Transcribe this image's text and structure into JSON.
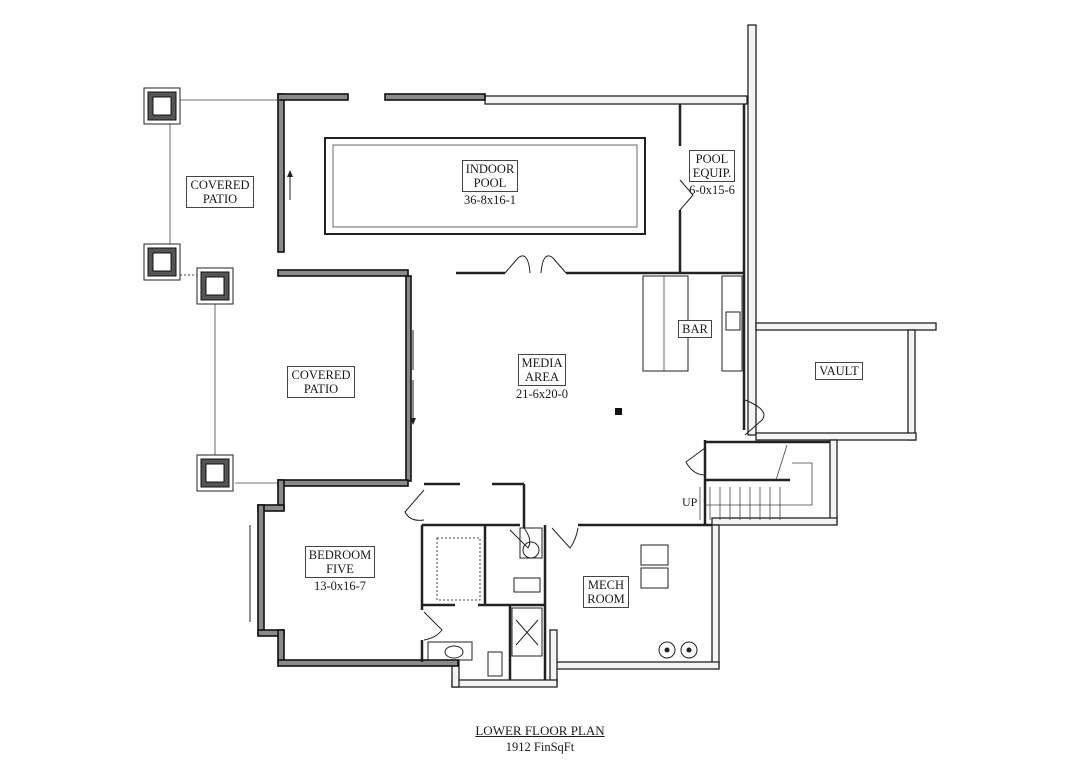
{
  "plan": {
    "title": "LOWER FLOOR PLAN",
    "subtitle": "1912 FinSqFt"
  },
  "rooms": {
    "covered_patio_top": {
      "name_line1": "COVERED",
      "name_line2": "PATIO"
    },
    "indoor_pool": {
      "name_line1": "INDOOR",
      "name_line2": "POOL",
      "dimensions": "36-8x16-1"
    },
    "pool_equip": {
      "name_line1": "POOL",
      "name_line2": "EQUIP.",
      "dimensions": "6-0x15-6"
    },
    "bar": {
      "name_line1": "BAR"
    },
    "vault": {
      "name_line1": "VAULT"
    },
    "covered_patio_mid": {
      "name_line1": "COVERED",
      "name_line2": "PATIO"
    },
    "media_area": {
      "name_line1": "MEDIA",
      "name_line2": "AREA",
      "dimensions": "21-6x20-0"
    },
    "bedroom_five": {
      "name_line1": "BEDROOM",
      "name_line2": "FIVE",
      "dimensions": "13-0x16-7"
    },
    "mech_room": {
      "name_line1": "MECH",
      "name_line2": "ROOM"
    }
  },
  "stairs": {
    "label": "UP"
  },
  "colors": {
    "wall_fill": "#8a8a8a",
    "line": "#111111",
    "background": "#ffffff"
  }
}
